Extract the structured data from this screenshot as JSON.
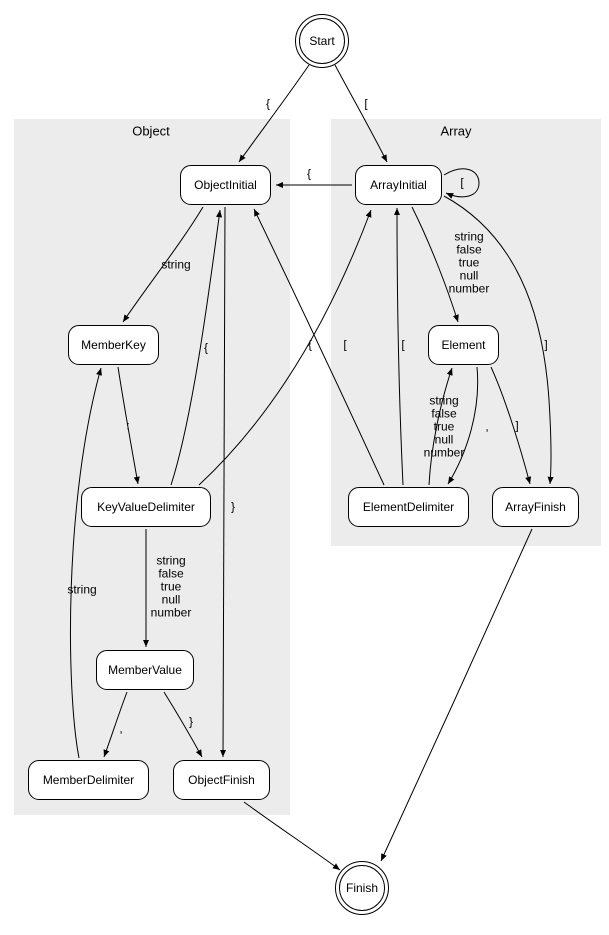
{
  "diagram": {
    "type": "state-machine",
    "clusters": [
      {
        "id": "object",
        "label": "Object"
      },
      {
        "id": "array",
        "label": "Array"
      }
    ],
    "nodes": [
      {
        "id": "start",
        "label": "Start",
        "shape": "doublecircle"
      },
      {
        "id": "object_initial",
        "label": "ObjectInitial",
        "shape": "rounded-box",
        "cluster": "object"
      },
      {
        "id": "array_initial",
        "label": "ArrayInitial",
        "shape": "rounded-box",
        "cluster": "array"
      },
      {
        "id": "member_key",
        "label": "MemberKey",
        "shape": "rounded-box",
        "cluster": "object"
      },
      {
        "id": "element",
        "label": "Element",
        "shape": "rounded-box",
        "cluster": "array"
      },
      {
        "id": "key_value_delimiter",
        "label": "KeyValueDelimiter",
        "shape": "rounded-box",
        "cluster": "object"
      },
      {
        "id": "element_delimiter",
        "label": "ElementDelimiter",
        "shape": "rounded-box",
        "cluster": "array"
      },
      {
        "id": "array_finish",
        "label": "ArrayFinish",
        "shape": "rounded-box",
        "cluster": "array"
      },
      {
        "id": "member_value",
        "label": "MemberValue",
        "shape": "rounded-box",
        "cluster": "object"
      },
      {
        "id": "member_delimiter",
        "label": "MemberDelimiter",
        "shape": "rounded-box",
        "cluster": "object"
      },
      {
        "id": "object_finish",
        "label": "ObjectFinish",
        "shape": "rounded-box",
        "cluster": "object"
      },
      {
        "id": "finish",
        "label": "Finish",
        "shape": "doublecircle"
      }
    ],
    "edges": [
      {
        "from": "Start",
        "to": "ObjectInitial",
        "label": "{"
      },
      {
        "from": "Start",
        "to": "ArrayInitial",
        "label": "["
      },
      {
        "from": "ArrayInitial",
        "to": "ObjectInitial",
        "label": "{"
      },
      {
        "from": "ArrayInitial",
        "to": "ArrayInitial",
        "label": "["
      },
      {
        "from": "ObjectInitial",
        "to": "MemberKey",
        "label": "string"
      },
      {
        "from": "ArrayInitial",
        "to": "Element",
        "label": "string\nfalse\ntrue\nnull\nnumber"
      },
      {
        "from": "KeyValueDelimiter",
        "to": "ObjectInitial",
        "label": "{"
      },
      {
        "from": "ElementDelimiter",
        "to": "ObjectInitial",
        "label": "{"
      },
      {
        "from": "KeyValueDelimiter",
        "to": "ArrayInitial",
        "label": "["
      },
      {
        "from": "ElementDelimiter",
        "to": "ArrayInitial",
        "label": "["
      },
      {
        "from": "ArrayInitial",
        "to": "ArrayFinish",
        "label": "]"
      },
      {
        "from": "MemberKey",
        "to": "KeyValueDelimiter",
        "label": ":"
      },
      {
        "from": "ElementDelimiter",
        "to": "Element",
        "label": "string\nfalse\ntrue\nnull\nnumber"
      },
      {
        "from": "Element",
        "to": "ElementDelimiter",
        "label": ","
      },
      {
        "from": "Element",
        "to": "ArrayFinish",
        "label": "]"
      },
      {
        "from": "ObjectInitial",
        "to": "ObjectFinish",
        "label": "}"
      },
      {
        "from": "KeyValueDelimiter",
        "to": "MemberValue",
        "label": "string\nfalse\ntrue\nnull\nnumber"
      },
      {
        "from": "MemberDelimiter",
        "to": "MemberKey",
        "label": "string"
      },
      {
        "from": "MemberValue",
        "to": "MemberDelimiter",
        "label": ","
      },
      {
        "from": "MemberValue",
        "to": "ObjectFinish",
        "label": "}"
      },
      {
        "from": "ObjectFinish",
        "to": "Finish",
        "label": ""
      },
      {
        "from": "ArrayFinish",
        "to": "Finish",
        "label": ""
      }
    ],
    "colors": {
      "cluster_fill": "#ececec",
      "node_fill": "#ffffff",
      "stroke": "#000000"
    }
  }
}
